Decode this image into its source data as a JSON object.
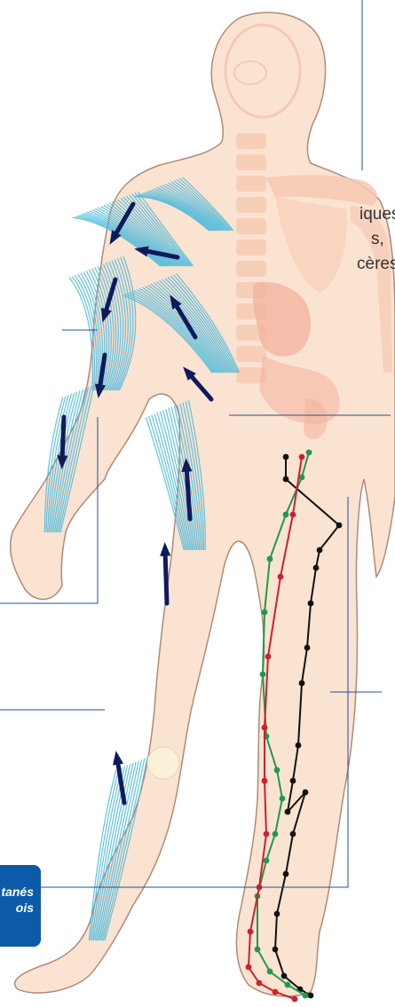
{
  "text_fragments": [
    "iques,",
    "s,",
    "cères"
  ],
  "badge": {
    "lines": [
      "tanés",
      "ois"
    ]
  },
  "colors": {
    "skin": "#fbe3d2",
    "skin_outline": "#b08a78",
    "lymph": "#48b8dc",
    "arrow": "#0e1a5c",
    "callout_line": "#1f4fa0",
    "badge_bg": "#0d5aa8",
    "skeleton": "#f6c9b3",
    "organ": "#f3b29c",
    "pathway_black": "#111111",
    "pathway_green": "#1e9a4a",
    "pathway_red": "#d0202a"
  },
  "icons": [
    "lymph-flow-arrow",
    "acupoint-dot"
  ]
}
